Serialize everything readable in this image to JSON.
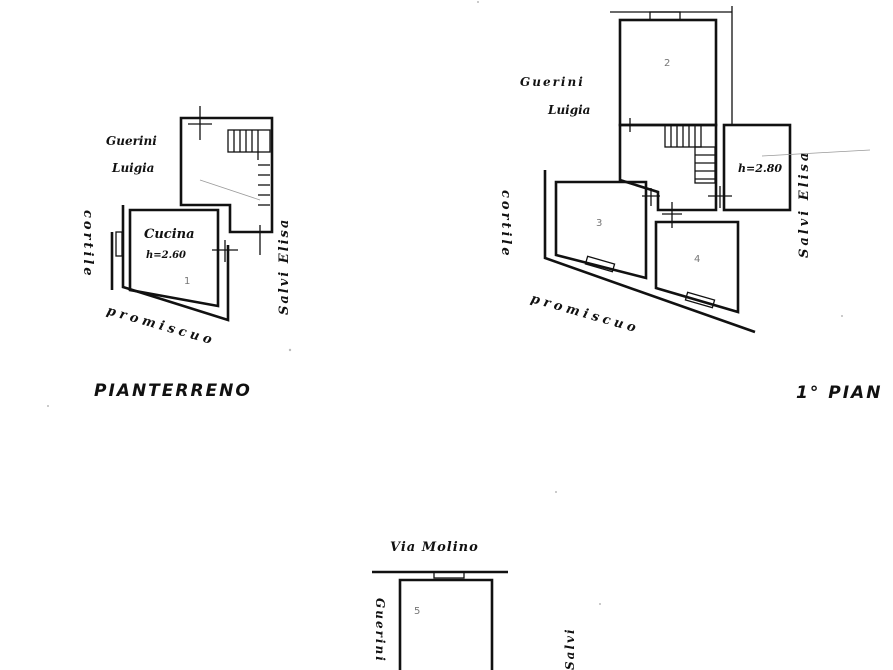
{
  "plans": {
    "ground": {
      "title": "PIANTERRENO",
      "neighbor": "Guerini Luigia",
      "neighbor_line1": "Guerini",
      "neighbor_line2": "Luigia",
      "right_neighbor": "Salvi Elisa",
      "left_side": "cortile",
      "bottom_side": "promiscuo",
      "room_label": "Cucina",
      "room_height": "h=2.60",
      "room_num": "1"
    },
    "first": {
      "title": "1° PIAN",
      "neighbor_line1": "Guerini",
      "neighbor_line2": "Luigia",
      "right_neighbor": "Salvi Elisa",
      "left_side": "cortile",
      "bottom_side": "promiscuo",
      "room_height": "h=2.80",
      "room_nums": [
        "2",
        "3",
        "4"
      ]
    },
    "second": {
      "street": "Via Molino",
      "left_neighbor": "Guerini",
      "right_neighbor": "Salvi",
      "room_num": "5"
    }
  }
}
